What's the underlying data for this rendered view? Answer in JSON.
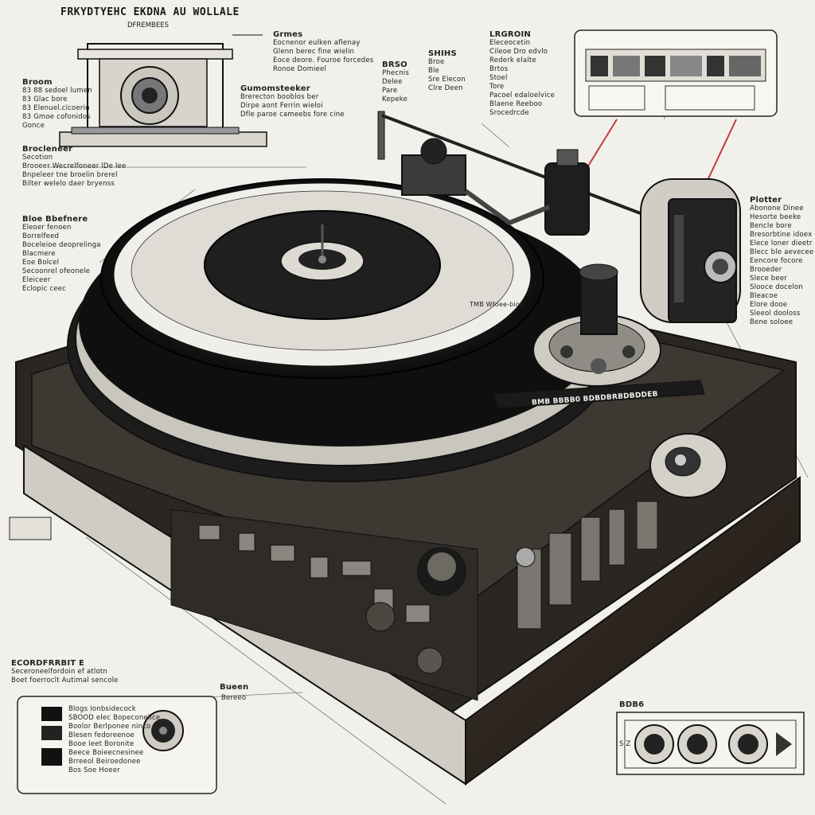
{
  "header": {
    "title": "FRKYDTYEHC EKDNA AU WOLLALE",
    "subtitle": "DFREMBEES"
  },
  "top_left_note": {
    "heading": "Grmes",
    "lines": [
      "Eocnenor eulken aflenay",
      "Glenn berec fine wielin",
      "Eoce deore. Fouroe forcedes",
      "Ronoe Domieel"
    ]
  },
  "left_notes_a": {
    "heading": "Broom",
    "lines": [
      "83 88 sedoel lumen",
      "83 Glac bore",
      "83 Elenuel.cicoerin",
      "83 Gmoe cofonidos",
      "Gonce"
    ]
  },
  "center_note": {
    "heading": "Gumomsteeker",
    "lines": [
      "Brerecton booblos ber",
      "Dirpe aont Ferrin wieloi",
      "Dfle paroe cameebs fore cine"
    ]
  },
  "small_center_cols": {
    "left_head": "BRSO",
    "left_lines": [
      "Phecnis",
      "Delee",
      "Pare",
      "Kepeke"
    ],
    "right_head": "SHIHS",
    "right_lines": [
      "Broe",
      "Ble",
      "Sre Elecon",
      "Clre Deen"
    ]
  },
  "top_right_note": {
    "heading": "LRGROIN",
    "lines": [
      "Eleceocetin",
      "Cileoe Dro edvlo",
      "Rederk elalte",
      "Brtos",
      "Stoel",
      "Tore",
      "Pacoel edaloelvice",
      "Blaene Reeboo",
      "Srocedrcde"
    ]
  },
  "left_notes_b": {
    "heading": "Brocleneer",
    "lines": [
      "Secotion",
      "Brooeer Wecrelfoneer lDe lee",
      "Bnpeleer tne broelin brerel",
      "Bilter welelo daer bryenss"
    ]
  },
  "left_notes_c": {
    "heading": "Bloe Bbefnere",
    "lines": [
      "Eleoer fenoen",
      "Borrelfeed",
      "Boceleioe deoprelinga",
      "Blacmere",
      "Eoe Bolcel",
      "Secoonrel ofeonele",
      "Eleiceer",
      "Eclopic ceec"
    ]
  },
  "right_notes": {
    "heading": "Plotter",
    "lines": [
      "Abonone Dinee",
      "Hesorte beeke",
      "Bencle bore",
      "Bresorbtine idoex",
      "Elece loner dieetr",
      "Blecc ble aevecee",
      "Eencore focore",
      "Brooeder",
      "Slece beer",
      "Slooce docelon",
      "Bleacoe",
      "Elore dooe",
      "Sleeol dooloss",
      "Bene soloee"
    ]
  },
  "platter_label": "TMB Wfoee-bioe",
  "plinth_label": "BMB BBBB0 BDBDBRBDBDDEB",
  "bottom_left_note": {
    "heading": "ECORDFRRBIT E",
    "lines": [
      "Seceroneelfordoin ef atlotn",
      "Boet foerroclt Autimal sencole"
    ]
  },
  "bottom_left_box": {
    "lines": [
      "Blogs Ionbsidecock",
      "SBOOD elec Bopeconelice",
      "Boolor Berlponee ninco",
      "Blesen fedoreenoe",
      "Booe leet Boronite",
      "Beece Boieecnesinee",
      "Brreeol Beiroedonee",
      "Bos Soe Hoeer"
    ]
  },
  "bottom_center_label": {
    "heading": "Bueen",
    "sub": "Bereeo"
  },
  "bottom_right_label": "BDB6",
  "bottom_right_marks": {
    "left": "S Z"
  },
  "colors": {
    "ink": "#141414",
    "paper": "#f1f0eb",
    "accent": "#c53a3a"
  }
}
